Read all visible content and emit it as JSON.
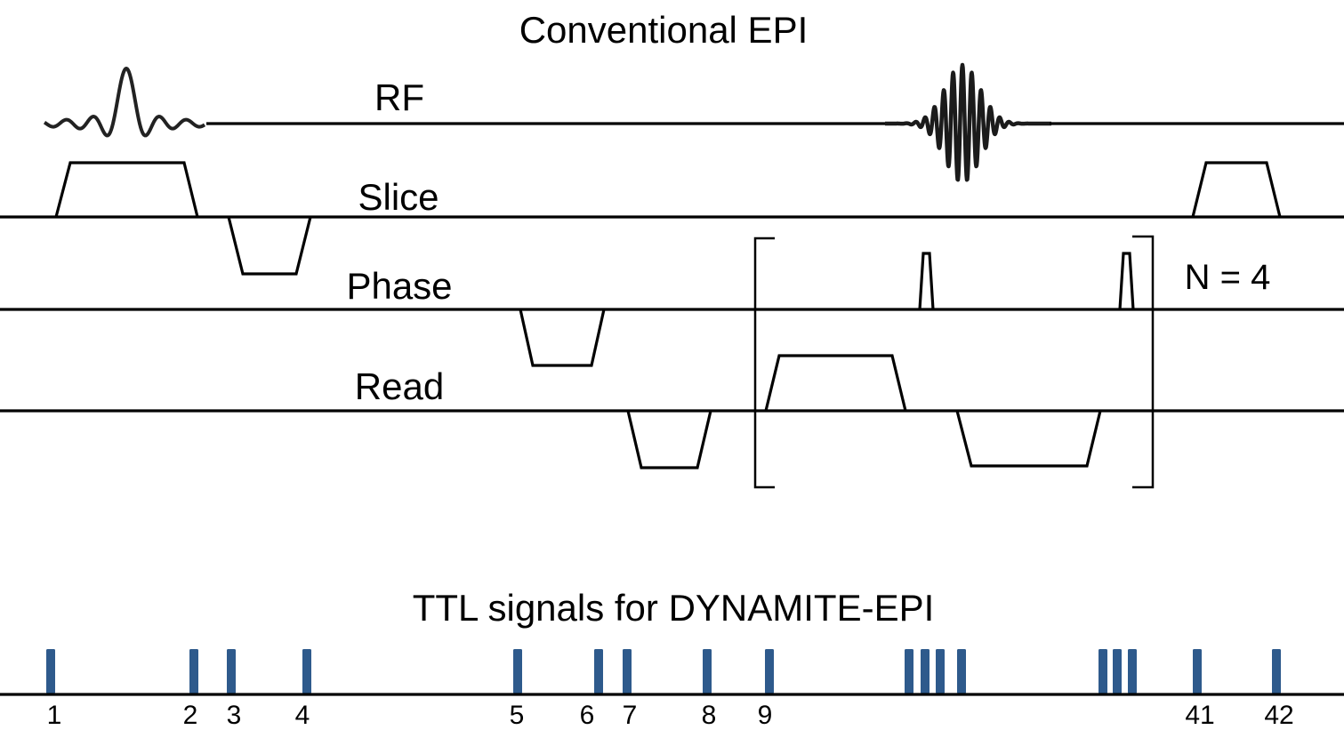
{
  "title": "Conventional EPI",
  "channels": {
    "rf": "RF",
    "slice": "Slice",
    "phase": "Phase",
    "read": "Read"
  },
  "repeat_label": "N = 4",
  "ttl": {
    "title": "TTL signals for DYNAMITE-EPI",
    "color": "#2e5a8c",
    "labels": [
      "1",
      "2",
      "3",
      "4",
      "5",
      "6",
      "7",
      "8",
      "9",
      "41",
      "42"
    ]
  }
}
